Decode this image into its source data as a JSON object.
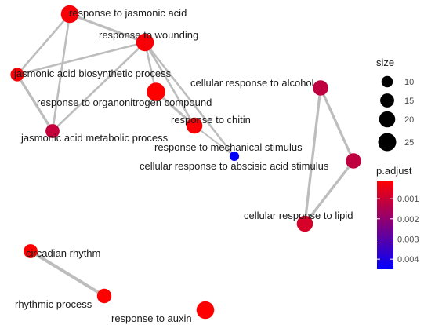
{
  "chart_data": {
    "type": "network",
    "nodes": [
      {
        "id": "jasmonic",
        "label": "response to jasmonic acid",
        "size": 24,
        "p_adjust": 0.0002
      },
      {
        "id": "wounding",
        "label": "response to wounding",
        "size": 24,
        "p_adjust": 0.0002
      },
      {
        "id": "biosynth",
        "label": "jasmonic acid biosynthetic process",
        "size": 14,
        "p_adjust": 0.0002
      },
      {
        "id": "organonitro",
        "label": "response to organonitrogen compound",
        "size": 26,
        "p_adjust": 0.0001
      },
      {
        "id": "metabolic",
        "label": "jasmonic acid metabolic process",
        "size": 15,
        "p_adjust": 0.0011
      },
      {
        "id": "chitin",
        "label": "response to chitin",
        "size": 20,
        "p_adjust": 0.0002
      },
      {
        "id": "mechanical",
        "label": "response to mechanical stimulus",
        "size": 7,
        "p_adjust": 0.0045
      },
      {
        "id": "abscisic",
        "label": "cellular response to abscisic acid stimulus",
        "size": 18,
        "p_adjust": 0.0012
      },
      {
        "id": "alcohol",
        "label": "cellular response to alcohol",
        "size": 18,
        "p_adjust": 0.0012
      },
      {
        "id": "lipid",
        "label": "cellular response to lipid",
        "size": 20,
        "p_adjust": 0.0008
      },
      {
        "id": "circadian",
        "label": "circadian rhythm",
        "size": 15,
        "p_adjust": 0.0001
      },
      {
        "id": "rhythmic",
        "label": "rhythmic process",
        "size": 16,
        "p_adjust": 0.0001
      },
      {
        "id": "auxin",
        "label": "response to auxin",
        "size": 24,
        "p_adjust": 0.0001
      }
    ],
    "edges": [
      {
        "source": "jasmonic",
        "target": "wounding",
        "weight": 3
      },
      {
        "source": "jasmonic",
        "target": "biosynth",
        "weight": 2
      },
      {
        "source": "jasmonic",
        "target": "metabolic",
        "weight": 2
      },
      {
        "source": "wounding",
        "target": "biosynth",
        "weight": 2
      },
      {
        "source": "wounding",
        "target": "metabolic",
        "weight": 2
      },
      {
        "source": "wounding",
        "target": "organonitro",
        "weight": 2
      },
      {
        "source": "wounding",
        "target": "chitin",
        "weight": 2
      },
      {
        "source": "wounding",
        "target": "mechanical",
        "weight": 2
      },
      {
        "source": "biosynth",
        "target": "metabolic",
        "weight": 3
      },
      {
        "source": "organonitro",
        "target": "chitin",
        "weight": 3
      },
      {
        "source": "chitin",
        "target": "mechanical",
        "weight": 1
      },
      {
        "source": "alcohol",
        "target": "abscisic",
        "weight": 3
      },
      {
        "source": "alcohol",
        "target": "lipid",
        "weight": 3
      },
      {
        "source": "abscisic",
        "target": "lipid",
        "weight": 3
      },
      {
        "source": "circadian",
        "target": "rhythmic",
        "weight": 4
      }
    ],
    "legend_size": {
      "title": "size",
      "values": [
        10,
        15,
        20,
        25
      ]
    },
    "legend_color": {
      "title": "p.adjust",
      "ticks": [
        "0.001",
        "0.002",
        "0.003",
        "0.004"
      ],
      "tick_values": [
        0.001,
        0.002,
        0.003,
        0.004
      ],
      "range": [
        0.0001,
        0.0045
      ],
      "low_color": "#ff0000",
      "high_color": "#0000ff"
    },
    "edge_color": "#bdbdbd",
    "legend_placement": "right"
  }
}
